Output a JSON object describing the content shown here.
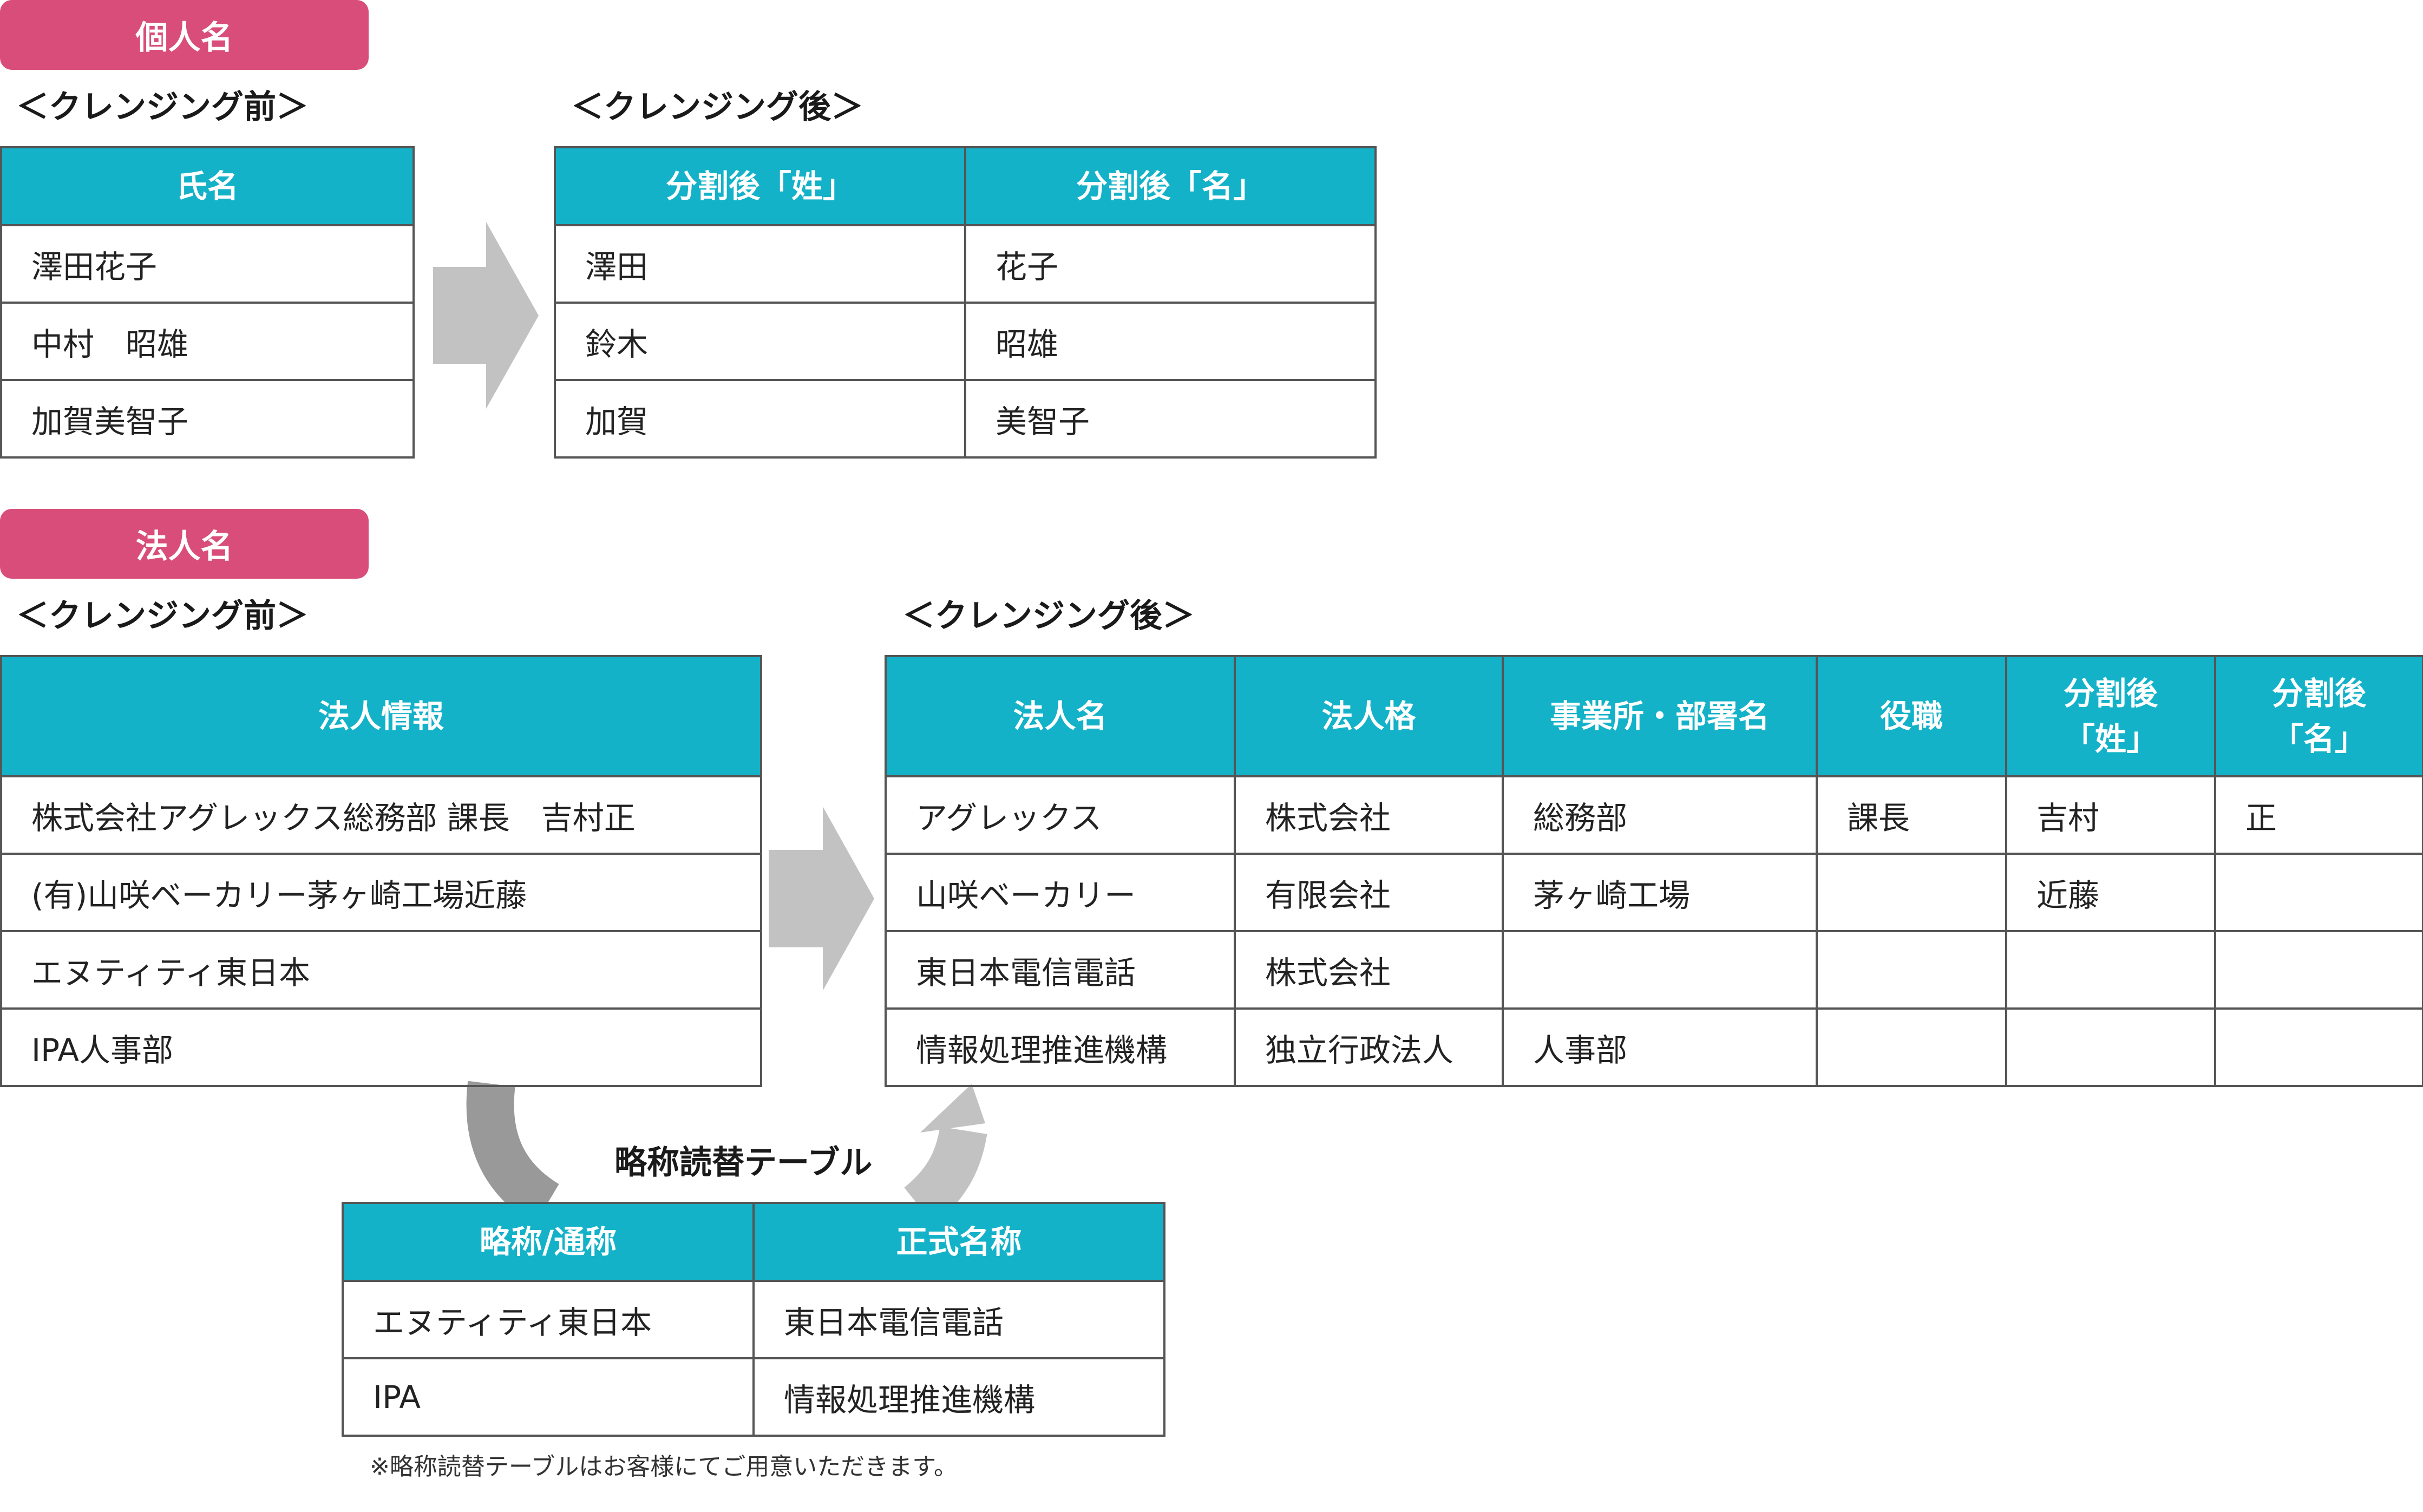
{
  "colors": {
    "header_bg": "#13b2c8",
    "pill_bg": "#d94d7a",
    "arrow_light": "#c2c2c2",
    "arrow_dark": "#999999",
    "border": "#555555"
  },
  "individual": {
    "badge": "個人名",
    "before_caption": "＜クレンジング前＞",
    "after_caption": "＜クレンジング後＞",
    "before_table": {
      "headers": [
        "氏名"
      ],
      "rows": [
        [
          "澤田花子"
        ],
        [
          "中村　昭雄"
        ],
        [
          "加賀美智子"
        ]
      ]
    },
    "after_table": {
      "headers": [
        "分割後「姓」",
        "分割後「名」"
      ],
      "rows": [
        [
          "澤田",
          "花子"
        ],
        [
          "鈴木",
          "昭雄"
        ],
        [
          "加賀",
          "美智子"
        ]
      ]
    }
  },
  "corporate": {
    "badge": "法人名",
    "before_caption": "＜クレンジング前＞",
    "after_caption": "＜クレンジング後＞",
    "before_table": {
      "headers": [
        "法人情報"
      ],
      "rows": [
        [
          "株式会社アグレックス総務部 課長　吉村正"
        ],
        [
          "(有)山咲ベーカリー茅ヶ崎工場近藤"
        ],
        [
          "エヌティティ東日本"
        ],
        [
          "IPA人事部"
        ]
      ]
    },
    "after_table": {
      "headers": [
        "法人名",
        "法人格",
        "事業所・部署名",
        "役職",
        "分割後\n「姓」",
        "分割後\n「名」"
      ],
      "rows": [
        [
          "アグレックス",
          "株式会社",
          "総務部",
          "課長",
          "吉村",
          "正"
        ],
        [
          "山咲ベーカリー",
          "有限会社",
          "茅ヶ崎工場",
          "",
          "近藤",
          ""
        ],
        [
          "東日本電信電話",
          "株式会社",
          "",
          "",
          "",
          ""
        ],
        [
          "情報処理推進機構",
          "独立行政法人",
          "人事部",
          "",
          "",
          ""
        ]
      ]
    },
    "abbrev_title": "略称読替テーブル",
    "abbrev_table": {
      "headers": [
        "略称/通称",
        "正式名称"
      ],
      "rows": [
        [
          "エヌティティ東日本",
          "東日本電信電話"
        ],
        [
          "IPA",
          "情報処理推進機構"
        ]
      ]
    },
    "note": "※略称読替テーブルはお客様にてご用意いただきます。"
  }
}
